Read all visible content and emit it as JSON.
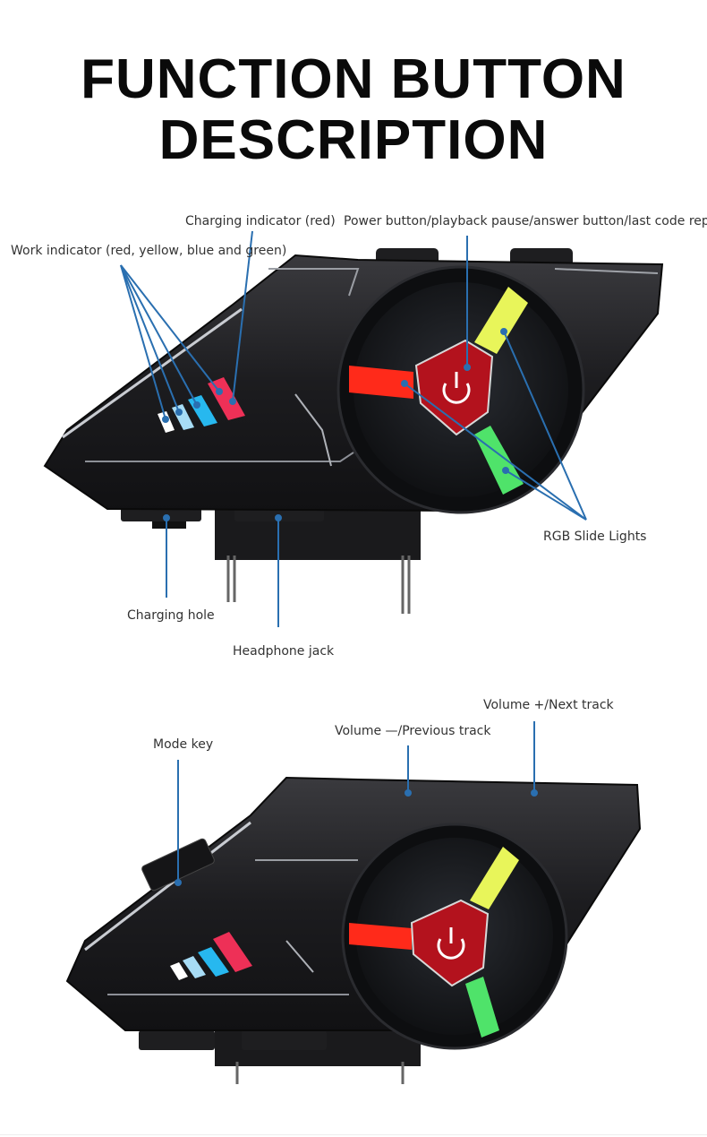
{
  "title": {
    "line1": "FUNCTION BUTTON",
    "line2": "DESCRIPTION"
  },
  "top_diagram": {
    "labels": {
      "charging_indicator": "Charging indicator (red)",
      "power_button": "Power button/playback pause/answer button/last code replay",
      "work_indicator": "Work indicator (red, yellow, blue and green)",
      "rgb_slide_lights": "RGB Slide Lights",
      "charging_hole": "Charging hole",
      "headphone_jack": "Headphone jack"
    }
  },
  "bottom_diagram": {
    "labels": {
      "volume_up": "Volume +/Next track",
      "volume_down": "Volume —/Previous track",
      "mode_key": "Mode key"
    }
  },
  "colors": {
    "body": "#1f1f22",
    "accent_red": "#e0112a",
    "light_yellow": "#e8f55a",
    "light_green": "#4fe36a",
    "callout_line": "#2a6fb0",
    "button_red": "#b3121d"
  },
  "icons": [
    "power-icon"
  ]
}
